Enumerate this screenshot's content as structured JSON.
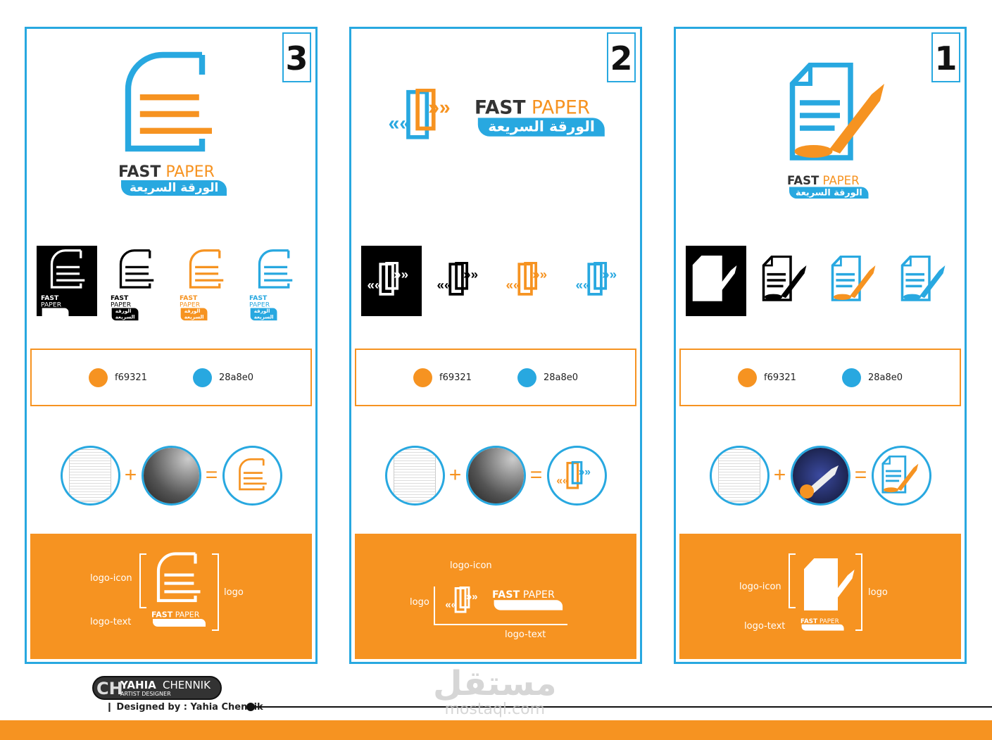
{
  "brand": {
    "name_bold": "FAST",
    "name_light": "PAPER",
    "arabic": "الورقة السريعة"
  },
  "colors": {
    "orange": "#f69321",
    "blue": "#28a8e0",
    "orange_label": "f69321",
    "blue_label": "28a8e0"
  },
  "panels": [
    {
      "number": "3",
      "variant": "document",
      "labels": {
        "icon": "logo-icon",
        "text": "logo-text",
        "logo": "logo"
      },
      "formula": [
        "paper-image",
        "road-image",
        "logo-result"
      ]
    },
    {
      "number": "2",
      "variant": "arrows",
      "labels": {
        "icon": "logo-icon",
        "text": "logo-text",
        "logo": "logo"
      },
      "formula": [
        "paper-image",
        "road-image",
        "logo-result"
      ]
    },
    {
      "number": "1",
      "variant": "rocket",
      "labels": {
        "icon": "logo-icon",
        "text": "logo-text",
        "logo": "logo"
      },
      "formula": [
        "paper-image",
        "rocket-image",
        "logo-result"
      ]
    }
  ],
  "operators": {
    "plus": "+",
    "equals": "="
  },
  "footer": {
    "signature_name_bold": "YAHIA",
    "signature_name_light": "CHENNIK",
    "signature_role": "ARTIST DESIGNER",
    "credit": "Designed by : Yahia Chennik",
    "watermark_arabic": "مستقل",
    "watermark_latin": "mostaql.com"
  }
}
